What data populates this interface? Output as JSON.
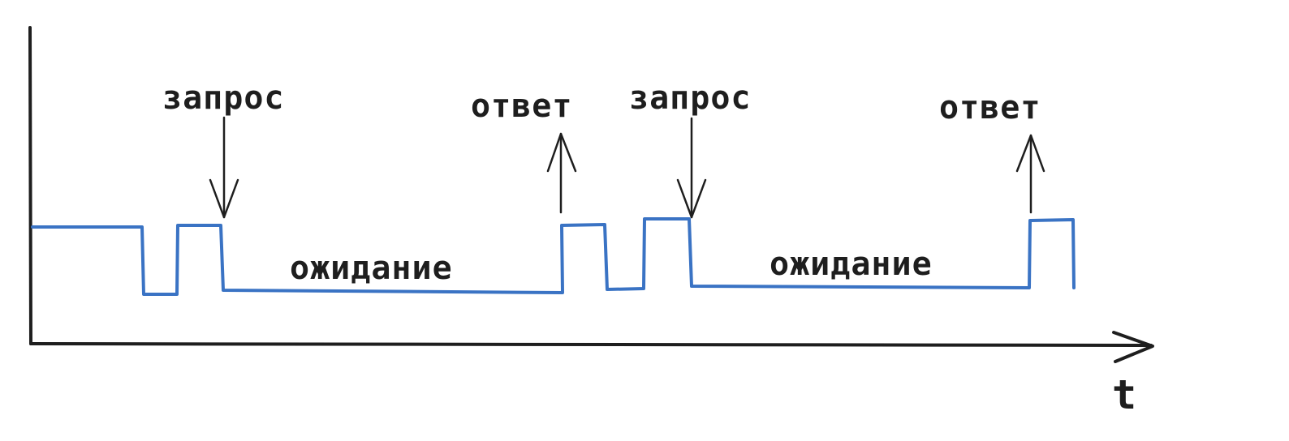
{
  "diagram": {
    "axis_label": "t",
    "labels": {
      "request": "запрос",
      "response": "ответ",
      "waiting": "ожидание"
    },
    "colors": {
      "signal": "#3a73c4",
      "ink": "#1e1e1e",
      "background": "#ffffff"
    }
  }
}
